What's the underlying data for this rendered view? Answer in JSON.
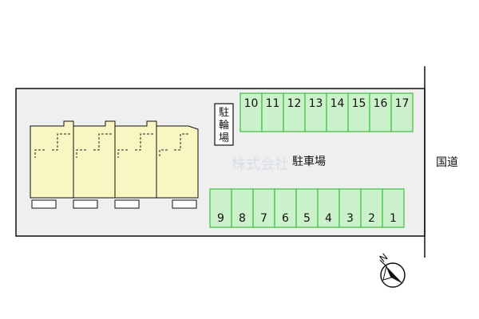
{
  "bicycle_parking_label": "駐輪場",
  "parking_lot_label": "駐車場",
  "road_label": "国道",
  "north_label": "N",
  "watermark": "株式会社",
  "parking_top": [
    "10",
    "11",
    "12",
    "13",
    "14",
    "15",
    "16",
    "17"
  ],
  "parking_bottom": [
    "9",
    "8",
    "7",
    "6",
    "5",
    "4",
    "3",
    "2",
    "1"
  ],
  "colors": {
    "site": "#efefef",
    "parking_fill": "#ccf2cc",
    "parking_stroke": "#3cbf3c",
    "building": "#f9f6c2"
  }
}
